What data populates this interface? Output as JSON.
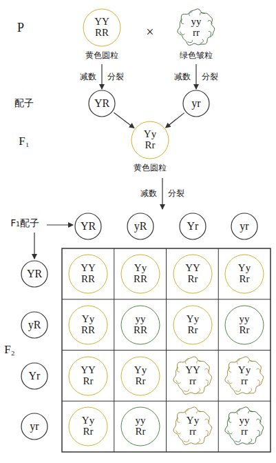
{
  "diagram": {
    "nodes": [
      {
        "text": [
          "YY RR",
          "黄色圆粒"
        ]
      },
      {
        "text": [
          "yy rr",
          "绿色皱粒"
        ]
      },
      {
        "text": [
          "YR"
        ]
      },
      {
        "text": [
          "yr"
        ]
      },
      {
        "text": [
          "Yy Rr",
          "黄色圆粒"
        ]
      },
      {
        "text": [
          "YR"
        ]
      },
      {
        "text": [
          "yR"
        ]
      },
      {
        "text": [
          "Yr"
        ]
      },
      {
        "text": [
          "yr"
        ]
      },
      {
        "text": [
          "YR"
        ]
      },
      {
        "text": [
          "yR"
        ]
      },
      {
        "text": [
          "Yr"
        ]
      },
      {
        "text": [
          "yr"
        ]
      },
      {
        "text": [
          "YY RR"
        ]
      },
      {
        "text": [
          "Yy RR"
        ]
      },
      {
        "text": [
          "YY Rr"
        ]
      },
      {
        "text": [
          "Yy Rr"
        ]
      },
      {
        "text": [
          "Yy RR"
        ]
      },
      {
        "text": [
          "yy RR"
        ]
      },
      {
        "text": [
          "Yy Rr"
        ]
      },
      {
        "text": [
          "yy Rr"
        ]
      },
      {
        "text": [
          "YY Rr"
        ]
      },
      {
        "text": [
          "Yy Rr"
        ]
      },
      {
        "text": [
          "YY rr"
        ]
      },
      {
        "text": [
          "Yy rr"
        ]
      },
      {
        "text": [
          "Yy Rr"
        ]
      },
      {
        "text": [
          "yy Rr"
        ]
      },
      {
        "text": [
          "Yy rr"
        ]
      },
      {
        "text": [
          "yy rr"
        ]
      }
    ],
    "edges": [
      {
        "from": 0,
        "to": 2,
        "arrow": "to",
        "label": "减数 分裂"
      },
      {
        "from": 1,
        "to": 3,
        "arrow": "to",
        "label": "减数 分裂"
      },
      {
        "from": 2,
        "to": 4,
        "arrow": "to"
      },
      {
        "from": 3,
        "to": 4,
        "arrow": "to"
      }
    ],
    "labels": [
      "P",
      "×",
      "配子",
      "F₁",
      "减数 分裂",
      "F₁配子",
      "F₂"
    ]
  }
}
